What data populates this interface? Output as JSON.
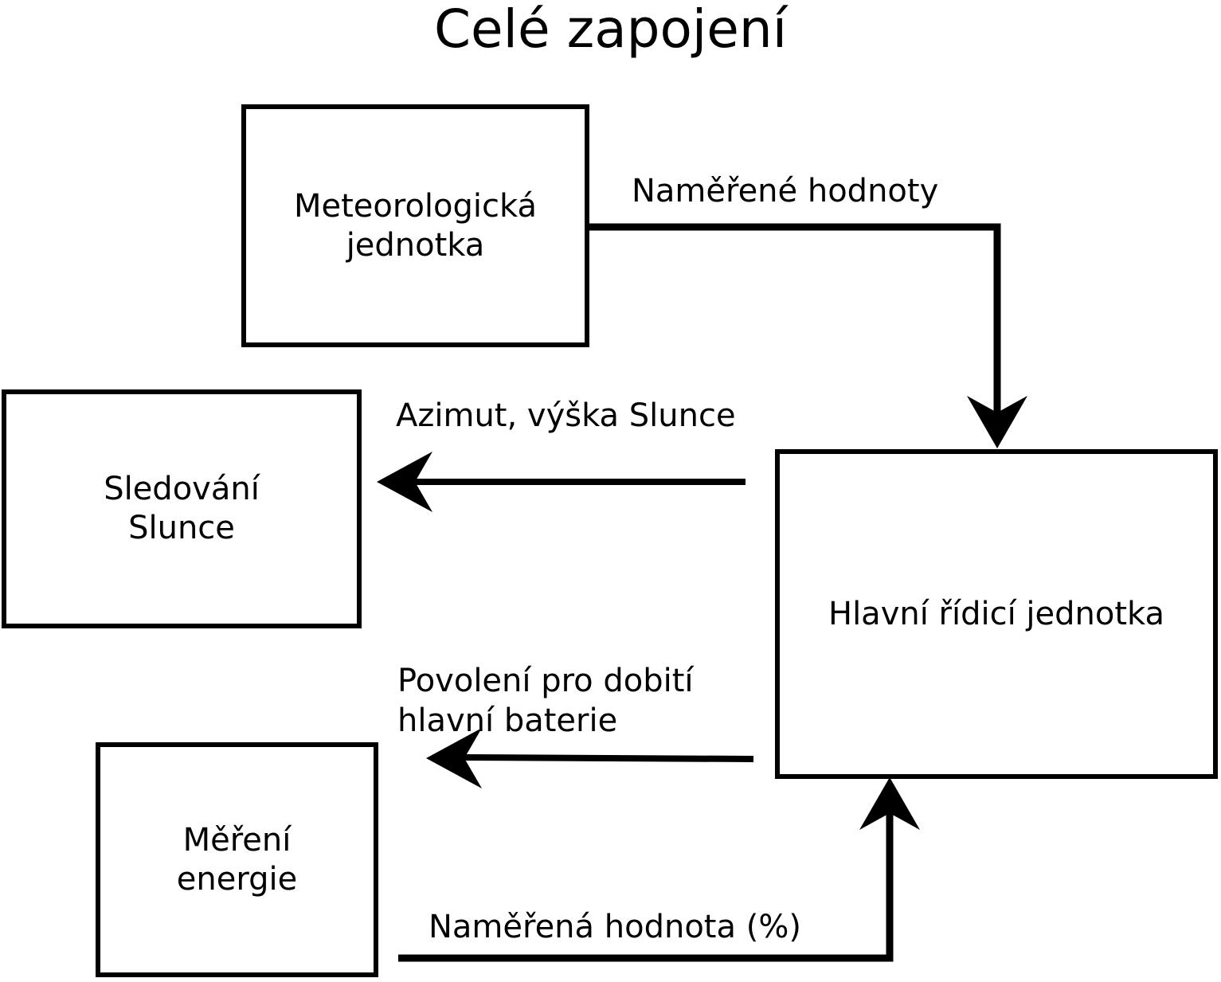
{
  "title": "Celé zapojení",
  "nodes": [
    {
      "id": "meteo",
      "label": "Meteorologická\njednotka"
    },
    {
      "id": "sun",
      "label": "Sledování\nSlunce"
    },
    {
      "id": "main",
      "label": "Hlavní řídicí jednotka"
    },
    {
      "id": "energy",
      "label": "Měření\nenergie"
    }
  ],
  "edges": [
    {
      "id": "measured-values",
      "label": "Naměřené hodnoty",
      "from": "meteo",
      "to": "main"
    },
    {
      "id": "azimuth",
      "label": "Azimut, výška Slunce",
      "from": "main",
      "to": "sun"
    },
    {
      "id": "charge-permission",
      "label": "Povolení pro dobití\nhlavní baterie",
      "from": "main",
      "to": "energy"
    },
    {
      "id": "measured-percent",
      "label": "Naměřená hodnota (%)",
      "from": "energy",
      "to": "main"
    }
  ],
  "colors": {
    "background": "#ffffff",
    "stroke": "#000000",
    "text": "#000000"
  }
}
